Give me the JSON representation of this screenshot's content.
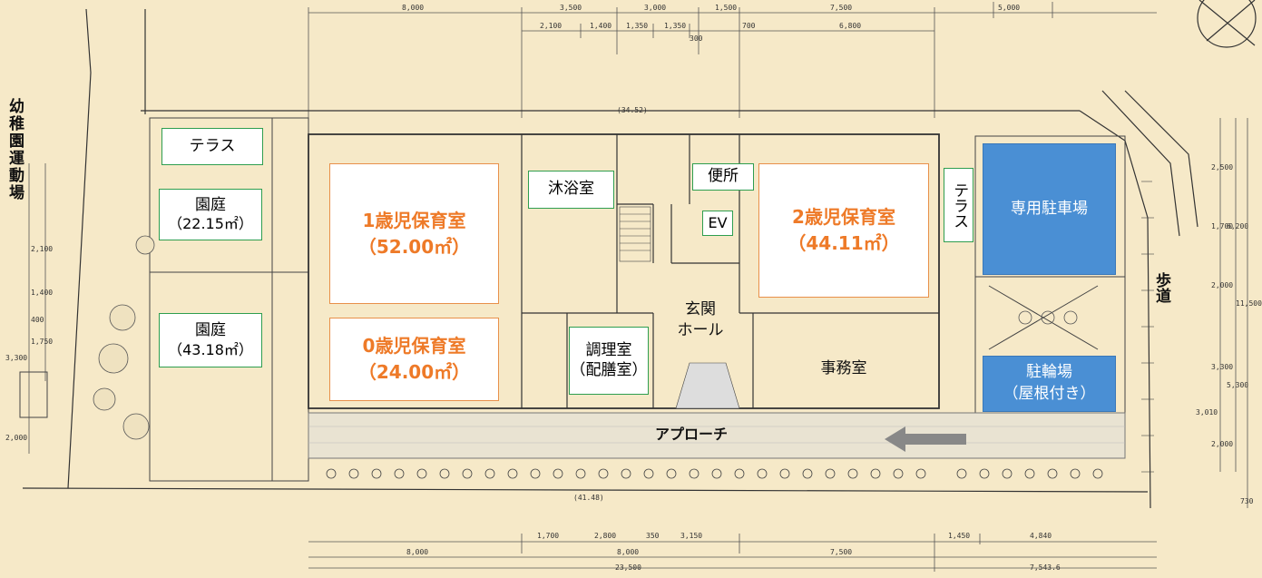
{
  "site_labels": {
    "kindergarten": "幼稚園運動場",
    "sidewalk": "歩道",
    "approach": "アプローチ"
  },
  "rooms": {
    "terrace_left": "テラス",
    "garden_1": {
      "name": "園庭",
      "area": "（22.15㎡）"
    },
    "garden_2": {
      "name": "園庭",
      "area": "（43.18㎡）"
    },
    "room_age1": {
      "name": "1歳児保育室",
      "area": "（52.00㎡）"
    },
    "room_age0": {
      "name": "0歳児保育室",
      "area": "（24.00㎡）"
    },
    "bath": "沐浴室",
    "toilet": "便所",
    "ev": "EV",
    "kitchen": {
      "name": "調理室",
      "sub": "（配膳室）"
    },
    "hall": {
      "line1": "玄関",
      "line2": "ホール"
    },
    "room_age2": {
      "name": "2歳児保育室",
      "area": "（44.11㎡）"
    },
    "terrace_right": "テラス",
    "office": "事務室",
    "parking": "専用駐車場",
    "bike": {
      "name": "駐輪場",
      "sub": "（屋根付き）"
    }
  },
  "dimensions": {
    "top_row1": [
      "8,000",
      "3,500",
      "3,000",
      "1,500",
      "7,500",
      "5,000"
    ],
    "top_row2": [
      "2,100",
      "1,400",
      "1,350",
      "1,350",
      "700",
      "6,800",
      "300"
    ],
    "bottom_row1": [
      "1,700",
      "2,800",
      "350",
      "3,150",
      "1,450",
      "4,840"
    ],
    "bottom_row2": [
      "8,000",
      "8,000",
      "7,500"
    ],
    "bottom_total": [
      "23,500",
      "7,543.6"
    ],
    "right": [
      "2,500",
      "1,700",
      "6,200",
      "2,000",
      "11,500",
      "3,300",
      "5,300",
      "3,010",
      "2,000"
    ],
    "left": [
      "1,750",
      "400",
      "1,400",
      "2,100",
      "3,300",
      "2,000"
    ],
    "boundary_top": "(34.52)",
    "boundary_bottom": "(41.48)",
    "corner": "730"
  },
  "colors": {
    "background": "#f6e9c8",
    "orange": "#ee7a28",
    "green": "#2e9e4f",
    "blue": "#4a8fd4"
  }
}
